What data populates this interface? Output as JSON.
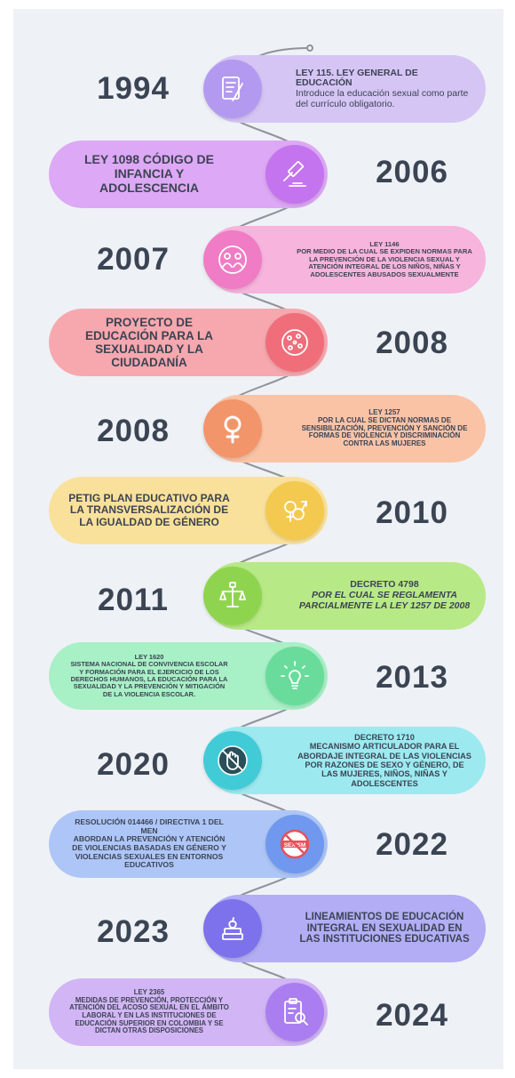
{
  "timeline": {
    "items": [
      {
        "year": "1994",
        "title": "LEY 115. LEY GENERAL DE EDUCACIÓN",
        "body": "Introduce la educación sexual como parte del currículo obligatorio.",
        "icon": "document-pen-icon",
        "color": "#d5c5f5",
        "accent": "#b39af0"
      },
      {
        "year": "2006",
        "title": "LEY 1098 CÓDIGO DE INFANCIA Y ADOLESCENCIA",
        "body": "",
        "icon": "gavel-icon",
        "color": "#dda8f5",
        "accent": "#c474ef"
      },
      {
        "year": "2007",
        "title": "LEY 1146",
        "body": "POR MEDIO DE LA CUAL SE EXPIDEN NORMAS PARA LA PREVENCIÓN DE LA VIOLENCIA SEXUAL Y ATENCIÓN INTEGRAL DE LOS NIÑOS, NIÑAS Y ADOLESCENTES ABUSADOS SEXUALMENTE",
        "icon": "children-group-icon",
        "color": "#f7b4dc",
        "accent": "#ef7cc4"
      },
      {
        "year": "2008",
        "title": "PROYECTO DE EDUCACIÓN PARA LA SEXUALIDAD Y LA CIUDADANÍA",
        "body": "",
        "icon": "cells-icon",
        "color": "#f7a8ae",
        "accent": "#ef6e7a"
      },
      {
        "year": "2008",
        "title": "LEY 1257",
        "body": "POR LA CUAL SE DICTAN NORMAS DE SENSIBILIZACIÓN, PREVENCIÓN Y SANCIÓN DE FORMAS DE VIOLENCIA Y DISCRIMINACIÓN CONTRA LAS MUJERES",
        "icon": "female-symbol-icon",
        "color": "#fac3a6",
        "accent": "#f3956a"
      },
      {
        "year": "2010",
        "title": "PETIG PLAN EDUCATIVO PARA LA TRANSVERSALIZACIÓN DE LA IGUALDAD DE GÉNERO",
        "body": "",
        "icon": "gender-symbols-icon",
        "color": "#fae19b",
        "accent": "#f4c94f"
      },
      {
        "year": "2011",
        "title": "DECRETO 4798",
        "body": "POR EL CUAL SE REGLAMENTA PARCIALMENTE LA LEY 1257 DE 2008",
        "icon": "fist-scales-icon",
        "color": "#b8e987",
        "accent": "#8fd44e"
      },
      {
        "year": "2013",
        "title": "LEY 1620",
        "body": "SISTEMA NACIONAL DE CONVIVENCIA ESCOLAR Y FORMACIÓN PARA EL EJERCICIO DE LOS DERECHOS HUMANOS, LA EDUCACIÓN PARA LA SEXUALIDAD Y LA PREVENCIÓN Y MITIGACIÓN DE LA VIOLENCIA ESCOLAR.",
        "icon": "lightbulb-icon",
        "color": "#a8f0c6",
        "accent": "#69dc9c"
      },
      {
        "year": "2020",
        "title": "DECRETO 1710",
        "body": "MECANISMO ARTICULADOR PARA EL ABORDAJE INTEGRAL DE LAS VIOLENCIAS POR RAZONES DE SEXO Y GÉNERO, DE LAS MUJERES, NIÑOS, NIÑAS Y ADOLESCENTES",
        "icon": "stop-hand-icon",
        "color": "#9ceaf0",
        "accent": "#41cbd7"
      },
      {
        "year": "2022",
        "title": "RESOLUCIÓN 014466 / DIRECTIVA 1 DEL MEN",
        "body": "ABORDAN LA PREVENCIÓN Y ATENCIÓN DE VIOLENCIAS BASADAS EN GÉNERO Y VIOLENCIAS SEXUALES EN ENTORNOS EDUCATIVOS",
        "icon": "no-sexism-icon",
        "color": "#adc6f7",
        "accent": "#6f98ee",
        "badge": "SEXISM"
      },
      {
        "year": "2023",
        "title": "LINEAMIENTOS DE EDUCACIÓN INTEGRAL EN SEXUALIDAD EN LAS INSTITUCIONES EDUCATIVAS",
        "body": "",
        "icon": "books-apple-icon",
        "color": "#b3adf5",
        "accent": "#7d72ec"
      },
      {
        "year": "2024",
        "title": "LEY 2365",
        "body": "MEDIDAS DE PREVENCIÓN, PROTECCIÓN Y ATENCIÓN DEL ACOSO SEXUAL EN EL ÁMBITO LABORAL Y EN LAS INSTITUCIONES DE EDUCACIÓN SUPERIOR EN COLOMBIA Y SE DICTAN OTRAS DISPOSICIONES",
        "icon": "clipboard-search-icon",
        "color": "#d2b5f5",
        "accent": "#aa7ef0"
      }
    ]
  }
}
